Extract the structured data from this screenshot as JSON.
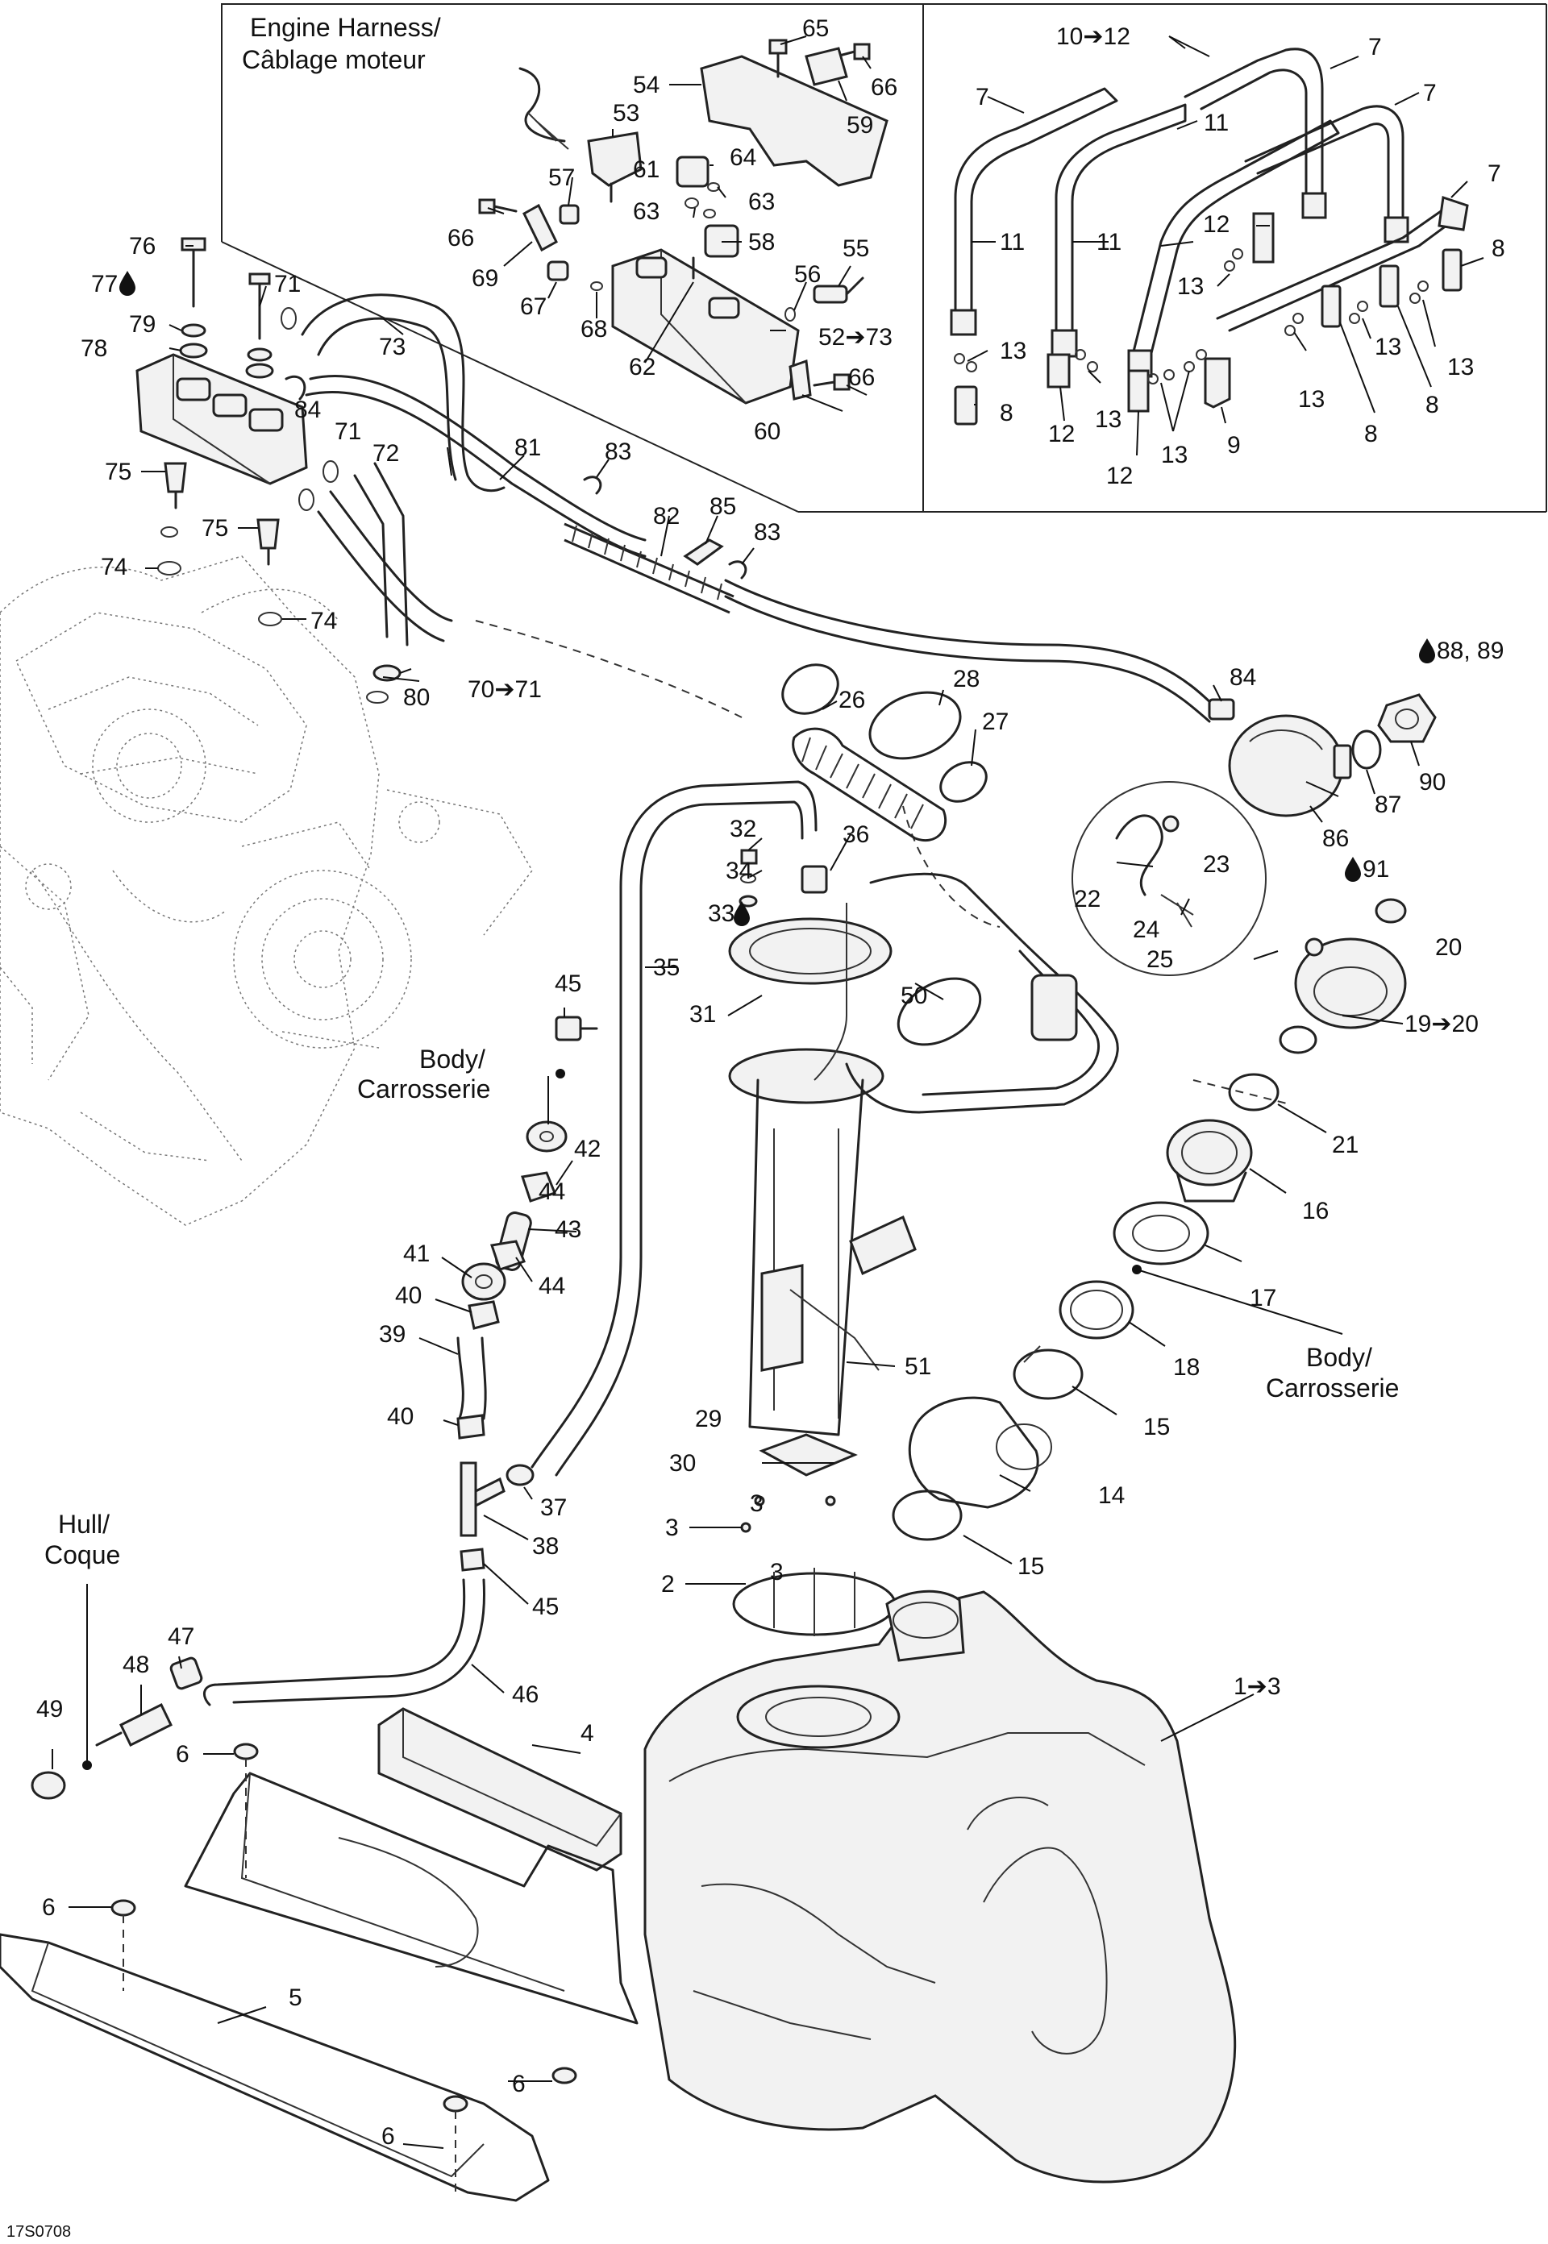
{
  "diagram_id": "17S0708",
  "texts": {
    "engine_harness": "Engine Harness/",
    "cablage_moteur": "Câblage moteur",
    "body1": "Body/",
    "carrosserie1": "Carrosserie",
    "body2": "Body/",
    "carrosserie2": "Carrosserie",
    "hull": "Hull/",
    "coque": "Coque"
  },
  "labels": {
    "l_1_3": "1➔3",
    "l_2": "2",
    "l_3a": "3",
    "l_3b": "3",
    "l_3c": "3",
    "l_4": "4",
    "l_5": "5",
    "l_6a": "6",
    "l_6b": "6",
    "l_6c": "6",
    "l_6d": "6",
    "l_7a": "7",
    "l_7b": "7",
    "l_7c": "7",
    "l_7d": "7",
    "l_8a": "8",
    "l_8b": "8",
    "l_8c": "8",
    "l_8d": "8",
    "l_9": "9",
    "l_10_12": "10➔12",
    "l_11a": "11",
    "l_11b": "11",
    "l_11c": "11",
    "l_12a": "12",
    "l_12b": "12",
    "l_12c": "12",
    "l_13a": "13",
    "l_13b": "13",
    "l_13c": "13",
    "l_13d": "13",
    "l_13e": "13",
    "l_13f": "13",
    "l_13g": "13",
    "l_14": "14",
    "l_15a": "15",
    "l_15b": "15",
    "l_16": "16",
    "l_17": "17",
    "l_18": "18",
    "l_19_20": "19➔20",
    "l_20": "20",
    "l_21": "21",
    "l_22": "22",
    "l_23": "23",
    "l_24": "24",
    "l_25": "25",
    "l_26": "26",
    "l_27": "27",
    "l_28": "28",
    "l_29": "29",
    "l_30": "30",
    "l_31": "31",
    "l_32": "32",
    "l_33": "33",
    "l_34": "34",
    "l_35": "35",
    "l_36": "36",
    "l_37": "37",
    "l_38": "38",
    "l_39": "39",
    "l_40a": "40",
    "l_40b": "40",
    "l_41": "41",
    "l_42": "42",
    "l_43": "43",
    "l_44a": "44",
    "l_44b": "44",
    "l_45a": "45",
    "l_45b": "45",
    "l_46": "46",
    "l_47": "47",
    "l_48": "48",
    "l_49": "49",
    "l_50": "50",
    "l_51": "51",
    "l_52_73": "52➔73",
    "l_53": "53",
    "l_54": "54",
    "l_55": "55",
    "l_56": "56",
    "l_57": "57",
    "l_58": "58",
    "l_59": "59",
    "l_60": "60",
    "l_61": "61",
    "l_62": "62",
    "l_63a": "63",
    "l_63b": "63",
    "l_64": "64",
    "l_65": "65",
    "l_66a": "66",
    "l_66b": "66",
    "l_66c": "66",
    "l_67": "67",
    "l_68": "68",
    "l_69": "69",
    "l_70_71": "70➔71",
    "l_71a": "71",
    "l_71b": "71",
    "l_72": "72",
    "l_73": "73",
    "l_74a": "74",
    "l_74b": "74",
    "l_75a": "75",
    "l_75b": "75",
    "l_76": "76",
    "l_77": "77",
    "l_78": "78",
    "l_79": "79",
    "l_80": "80",
    "l_81": "81",
    "l_82": "82",
    "l_83a": "83",
    "l_83b": "83",
    "l_84a": "84",
    "l_84b": "84",
    "l_85": "85",
    "l_86": "86",
    "l_87": "87",
    "l_88_89": "88, 89",
    "l_90": "90",
    "l_91": "91"
  }
}
